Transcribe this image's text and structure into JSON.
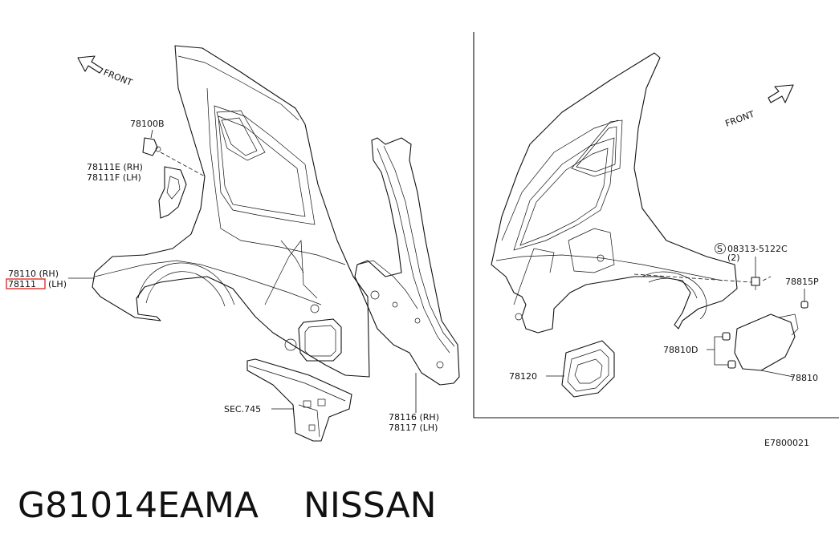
{
  "labels": {
    "front_left": "FRONT",
    "front_right": "FRONT",
    "p78100B": "78100B",
    "p78111E": "78111E (RH)",
    "p78111F": "78111F (LH)",
    "p78110": "78110 (RH)",
    "p78111": "78111",
    "p78111_lh": "(LH)",
    "sec745": "SEC.745",
    "p78116": "78116 (RH)",
    "p78117": "78117 (LH)",
    "p08313_s": "S",
    "p08313": "08313-5122C",
    "p08313_qty": "(2)",
    "p78815P": "78815P",
    "p78810D": "78810D",
    "p78120": "78120",
    "p78810": "78810",
    "diagram_code": "E7800021"
  },
  "caption": {
    "part_number": "G81014EAMA",
    "brand": "NISSAN"
  },
  "colors": {
    "line": "#111111",
    "highlight": "#e0201c",
    "background": "#ffffff"
  }
}
